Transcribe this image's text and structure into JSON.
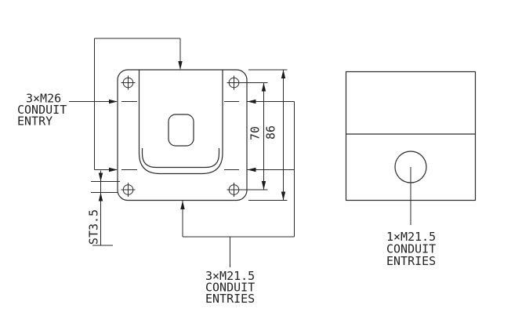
{
  "drawing": {
    "title": "enclosure-conduit-entry-drawing",
    "colors": {
      "background": "#ffffff",
      "line": "#2b2b2b",
      "text": "#222222"
    },
    "labels": {
      "left_entry": {
        "line1": "3×M26",
        "line2": "CONDUIT",
        "line3": "ENTRY"
      },
      "bottom_entries": {
        "line1": "3×M21.5",
        "line2": "CONDUIT",
        "line3": "ENTRIES"
      },
      "side_entries": {
        "line1": "1×M21.5",
        "line2": "CONDUIT",
        "line3": "ENTRIES"
      }
    },
    "dimensions": {
      "inner_height": "70",
      "outer_height": "86",
      "screw_size": "ST3.5"
    }
  }
}
